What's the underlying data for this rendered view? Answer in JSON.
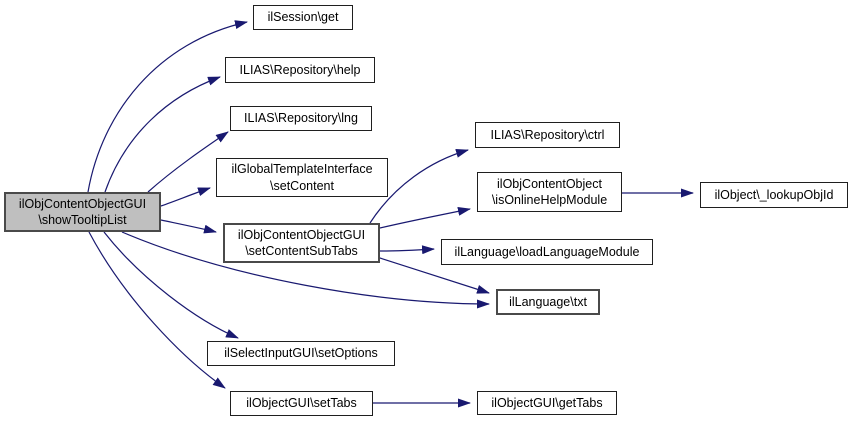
{
  "diagram": {
    "kind": "doxygen-call-graph",
    "colors": {
      "background": "#ffffff",
      "edge": "#191970",
      "node_border": "#1f1f1f",
      "emphasized_border": "#4a4a4a",
      "node_fill": "#ffffff",
      "current_node_fill": "#bfbfbf",
      "text": "#000000"
    }
  },
  "nodes": {
    "showTooltipList": {
      "label": "ilObjContentObjectGUI\n\\showTooltipList"
    },
    "sessionGet": {
      "label": "ilSession\\get"
    },
    "repoHelp": {
      "label": "ILIAS\\Repository\\help"
    },
    "repoLng": {
      "label": "ILIAS\\Repository\\lng"
    },
    "setContent": {
      "label": "ilGlobalTemplateInterface\n\\setContent"
    },
    "setContentSubTabs": {
      "label": "ilObjContentObjectGUI\n\\setContentSubTabs"
    },
    "repoCtrl": {
      "label": "ILIAS\\Repository\\ctrl"
    },
    "isOnlineHelpModule": {
      "label": "ilObjContentObject\n\\isOnlineHelpModule"
    },
    "loadLanguageModule": {
      "label": "ilLanguage\\loadLanguageModule"
    },
    "txt": {
      "label": "ilLanguage\\txt"
    },
    "lookupObjId": {
      "label": "ilObject\\_lookupObjId"
    },
    "setOptions": {
      "label": "ilSelectInputGUI\\setOptions"
    },
    "setTabs": {
      "label": "ilObjectGUI\\setTabs"
    },
    "getTabs": {
      "label": "ilObjectGUI\\getTabs"
    }
  },
  "edges": [
    {
      "from": "ilObjContentObjectGUI\\showTooltipList",
      "to": "ilSession\\get"
    },
    {
      "from": "ilObjContentObjectGUI\\showTooltipList",
      "to": "ILIAS\\Repository\\help"
    },
    {
      "from": "ilObjContentObjectGUI\\showTooltipList",
      "to": "ILIAS\\Repository\\lng"
    },
    {
      "from": "ilObjContentObjectGUI\\showTooltipList",
      "to": "ilGlobalTemplateInterface\\setContent"
    },
    {
      "from": "ilObjContentObjectGUI\\showTooltipList",
      "to": "ilObjContentObjectGUI\\setContentSubTabs"
    },
    {
      "from": "ilObjContentObjectGUI\\showTooltipList",
      "to": "ilLanguage\\txt"
    },
    {
      "from": "ilObjContentObjectGUI\\showTooltipList",
      "to": "ilSelectInputGUI\\setOptions"
    },
    {
      "from": "ilObjContentObjectGUI\\showTooltipList",
      "to": "ilObjectGUI\\setTabs"
    },
    {
      "from": "ilObjContentObjectGUI\\setContentSubTabs",
      "to": "ILIAS\\Repository\\ctrl"
    },
    {
      "from": "ilObjContentObjectGUI\\setContentSubTabs",
      "to": "ilObjContentObject\\isOnlineHelpModule"
    },
    {
      "from": "ilObjContentObjectGUI\\setContentSubTabs",
      "to": "ilLanguage\\loadLanguageModule"
    },
    {
      "from": "ilObjContentObjectGUI\\setContentSubTabs",
      "to": "ilLanguage\\txt"
    },
    {
      "from": "ilObjContentObject\\isOnlineHelpModule",
      "to": "ilObject\\_lookupObjId"
    },
    {
      "from": "ilObjectGUI\\setTabs",
      "to": "ilObjectGUI\\getTabs"
    }
  ]
}
